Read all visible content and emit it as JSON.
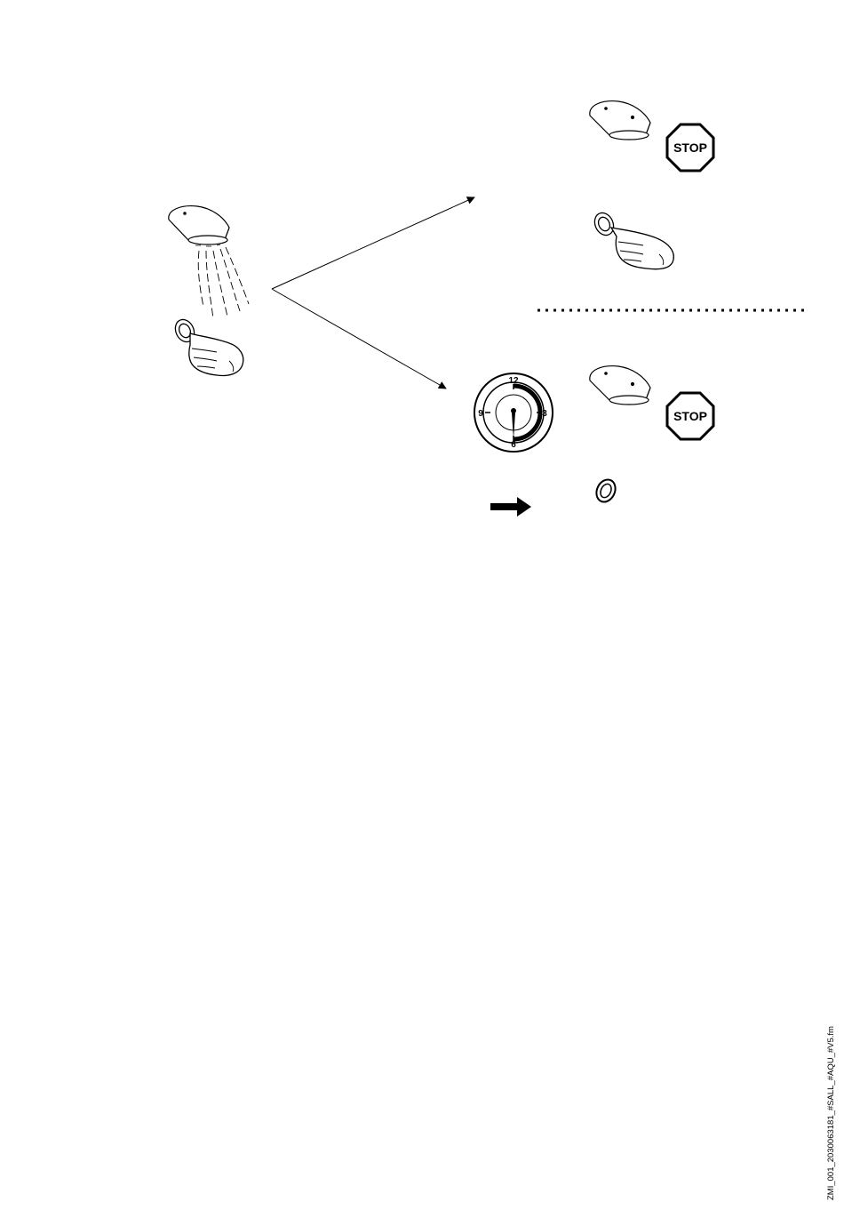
{
  "stop_signs": {
    "top": "STOP",
    "bottom": "STOP"
  },
  "dial": {
    "num_12": "12",
    "num_3": "3",
    "num_6": "6",
    "num_9": "9"
  },
  "footer": {
    "file_ref": "ZMI_001_2030063181_#SALL_#AQU_#V5.fm"
  },
  "colors": {
    "ink": "#000000",
    "paper": "#ffffff"
  }
}
